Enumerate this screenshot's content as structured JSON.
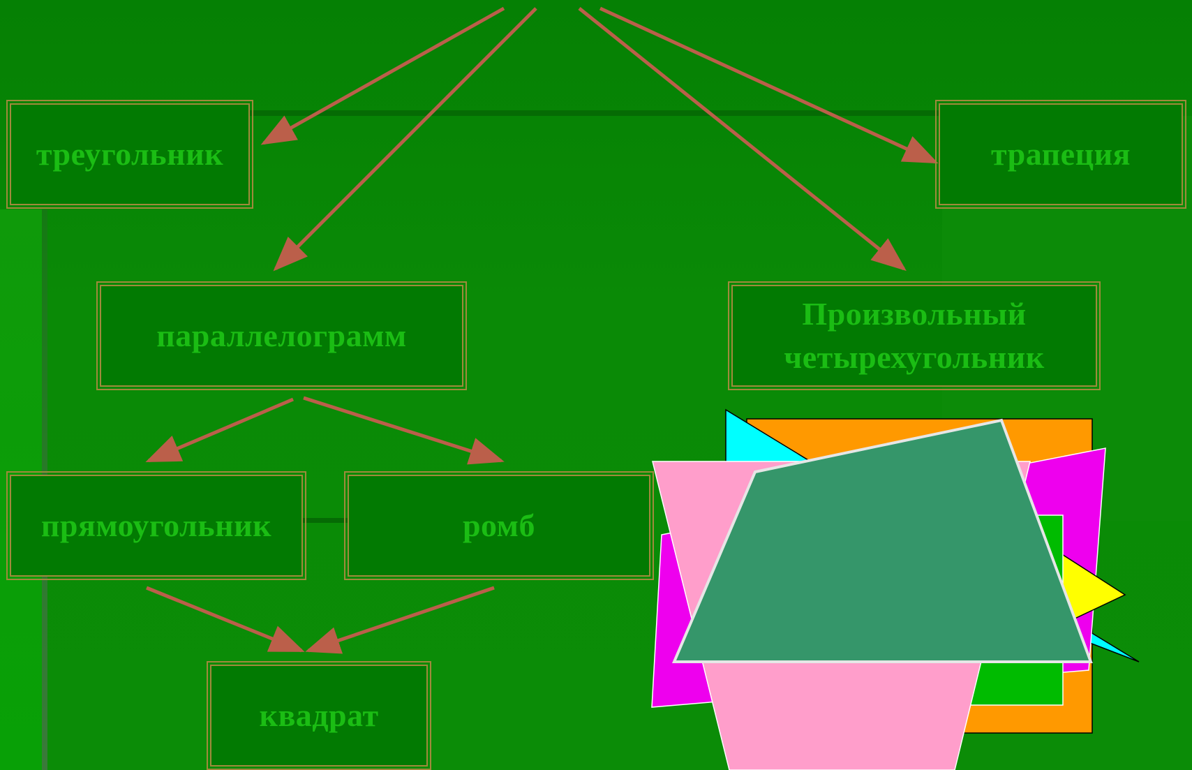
{
  "diagram": {
    "nodes": {
      "triangle": "треугольник",
      "trapezoid": "трапеция",
      "parallelogram": "параллелограмм",
      "arbitrary_line1": "Произвольный",
      "arbitrary_line2": "четырехугольник",
      "rectangle": "прямоугольник",
      "rhombus": "ромб",
      "square": "квадрат"
    }
  },
  "colors": {
    "background": "#0a8a06",
    "box_fill": "#027a02",
    "box_border": "#a08a3c",
    "text": "#1bbd14",
    "arrow": "#bb5f4a",
    "shape_orange": "#ff9900",
    "shape_cyan": "#00ffff",
    "shape_magenta": "#ee00ee",
    "shape_yellow": "#ffff00",
    "shape_pink": "#ff9ecb",
    "shape_green": "#00bb00",
    "shape_trapezoid": "#35966a"
  }
}
